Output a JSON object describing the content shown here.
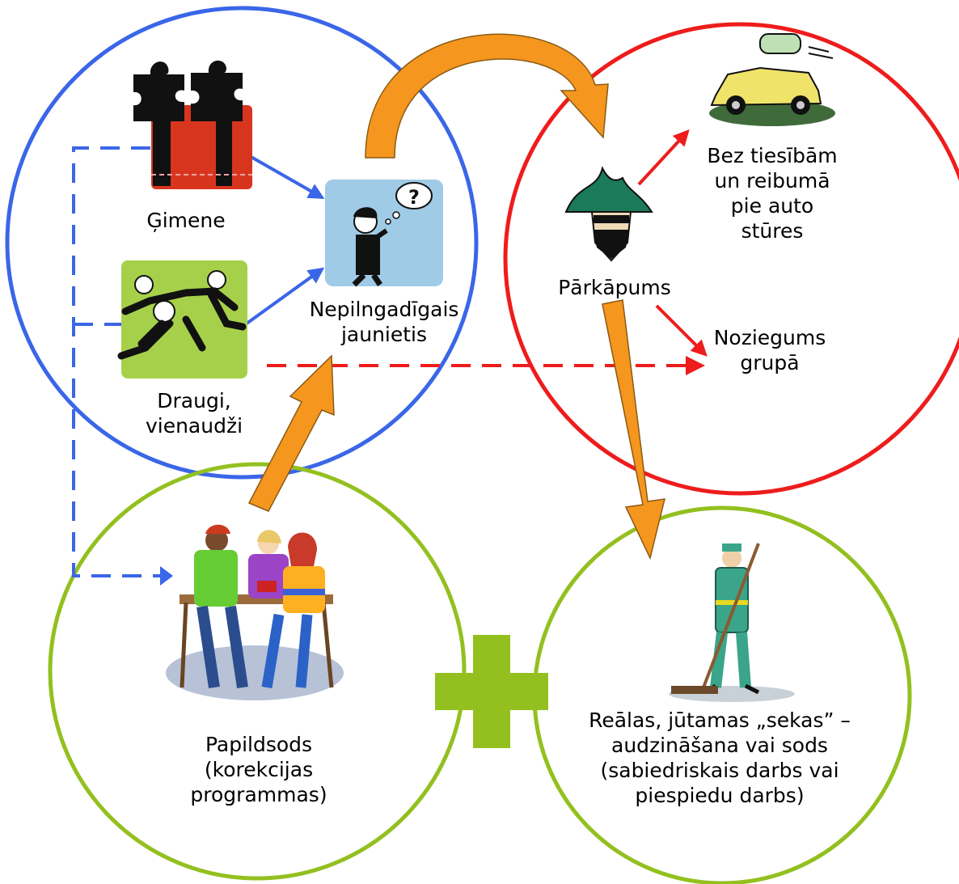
{
  "labels": {
    "family": "Ģimene",
    "friends": [
      "Draugi,",
      "vienaudži"
    ],
    "youth": [
      "Nepilngadīgais",
      "jaunietis"
    ],
    "offense": "Pārkāpums",
    "driving": [
      "Bez tiesībām",
      "un reibumā",
      "pie auto",
      "stūres"
    ],
    "group_crime": [
      "Noziegums",
      "grupā"
    ],
    "extra_penalty": [
      "Papildsods",
      "(korekcijas",
      "programmas)"
    ],
    "consequences": [
      "Reālas, jūtamas „sekas” –",
      "audzināšana vai sods",
      "(sabiedriskais darbs vai",
      "piespiedu darbs)"
    ]
  },
  "colors": {
    "influence": "#3a66e8",
    "offense": "#ee1c1c",
    "correction": "#93c01f",
    "flow": "#f5961e"
  },
  "icons": [
    "puzzle-family-icon",
    "running-friends-icon",
    "thinking-youth-icon",
    "masked-bandit-icon",
    "drunk-driver-car-icon",
    "teenagers-group-icon",
    "street-sweeper-icon"
  ]
}
